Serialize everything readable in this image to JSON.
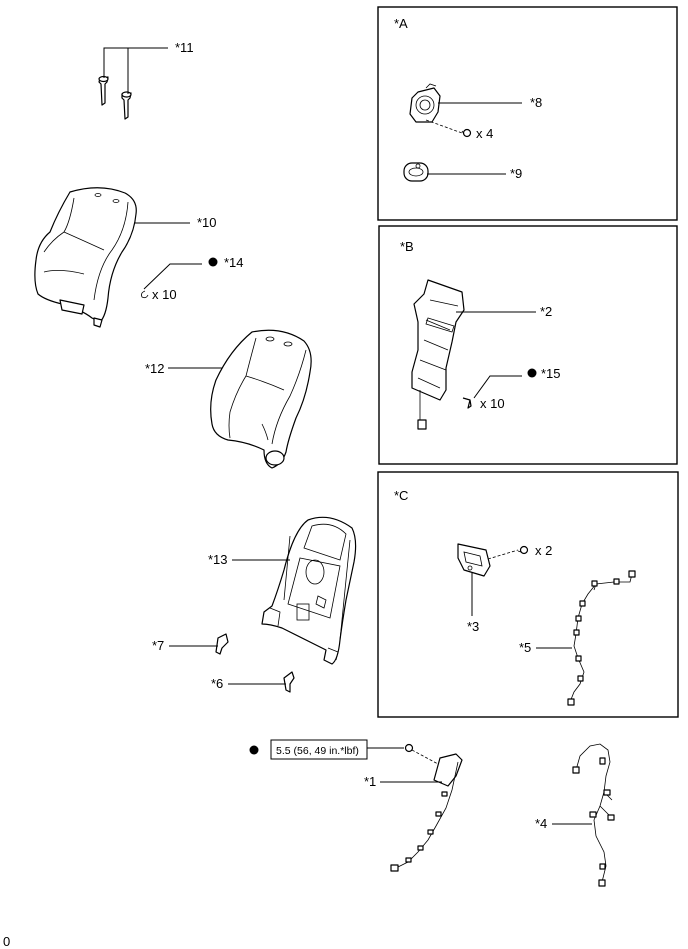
{
  "diagram": {
    "frames": {
      "a": "*A",
      "b": "*B",
      "c": "*C"
    },
    "callouts": {
      "c1": "*1",
      "c2": "*2",
      "c3": "*3",
      "c4": "*4",
      "c5": "*5",
      "c6": "*6",
      "c7": "*7",
      "c8": "*8",
      "c9": "*9",
      "c10": "*10",
      "c11": "*11",
      "c12": "*12",
      "c13": "*13",
      "c14": "*14",
      "c15": "*15"
    },
    "quantities": {
      "q_a": "x 4",
      "q_14": "x 10",
      "q_15": "x 10",
      "q_c": "x 2"
    },
    "torque": "5.5 (56, 49 in.*lbf)",
    "footer": "0",
    "icons": [
      "non-reusable-part-dot-icon"
    ]
  }
}
